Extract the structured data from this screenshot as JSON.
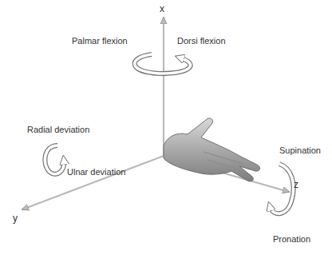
{
  "diagram": {
    "labels": [
      "x",
      "Palmar flexion",
      "Dorsi flexion",
      "Radial deviation",
      "Ulnar deviation",
      "y",
      "Supination",
      "z",
      "Pronation"
    ]
  }
}
